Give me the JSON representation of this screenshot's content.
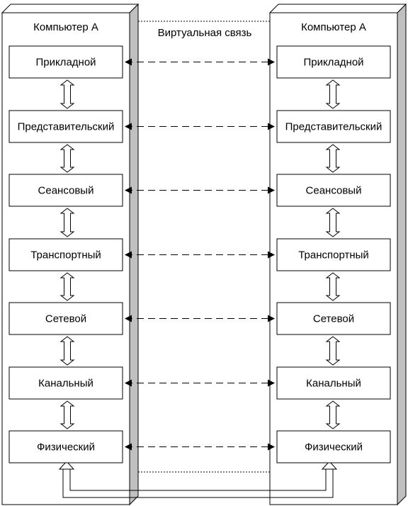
{
  "computers": [
    {
      "title": "Компьютер А"
    },
    {
      "title": "Компьютер А"
    }
  ],
  "virtual_link_label": "Виртуальная связь",
  "layers": [
    "Прикладной",
    "Представительский",
    "Сеансовый",
    "Транспортный",
    "Сетевой",
    "Канальный",
    "Физический"
  ],
  "colors": {
    "stroke": "#000000",
    "shadow": "#c0c0c0",
    "background": "#ffffff"
  }
}
